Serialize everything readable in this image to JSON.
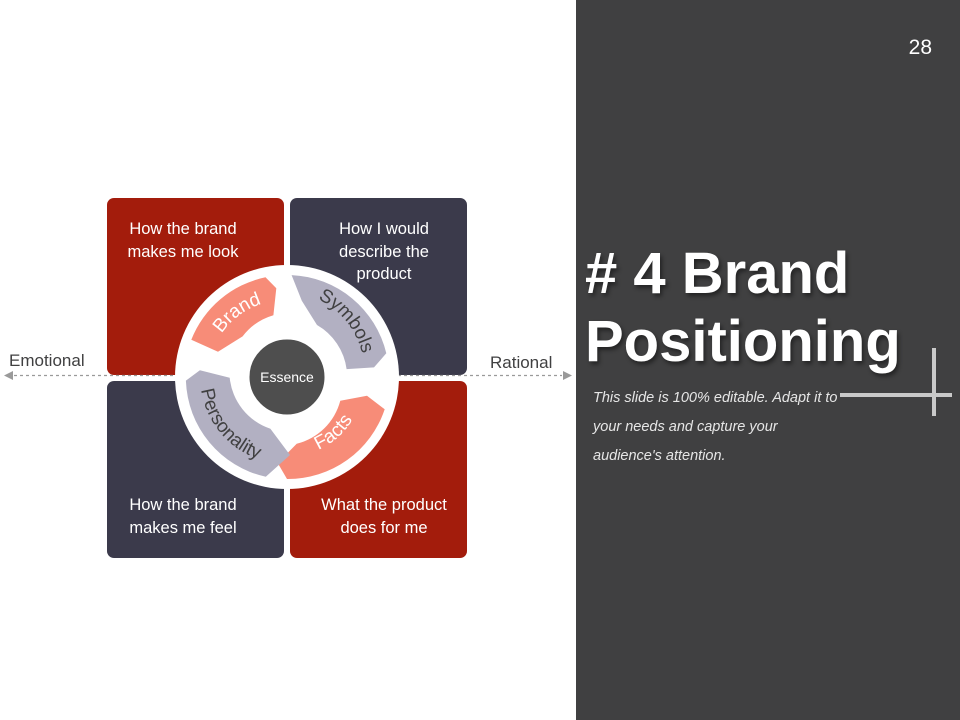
{
  "colors": {
    "red": "#a31c0c",
    "dark": "#3b3a4b",
    "salmon": "#f78c78",
    "lavender": "#b2b0c2",
    "center": "#4e4e4e",
    "panel": "#404041"
  },
  "slide": {
    "page_number": "28"
  },
  "panel": {
    "title": "# 4 Brand Positioning",
    "subtitle": "This slide is 100% editable. Adapt it to your needs and capture your audience's attention."
  },
  "axis": {
    "left_label": "Emotional",
    "right_label": "Rational"
  },
  "quadrants": {
    "top_left": "How the brand makes me look",
    "top_right": "How I would describe the product",
    "bottom_left": "How the brand makes me feel",
    "bottom_right": "What the product does for me"
  },
  "wheel": {
    "center": "Essence",
    "segments": {
      "brand": "Brand",
      "symbols": "Symbols",
      "facts": "Facts",
      "personality": "Personality"
    }
  }
}
